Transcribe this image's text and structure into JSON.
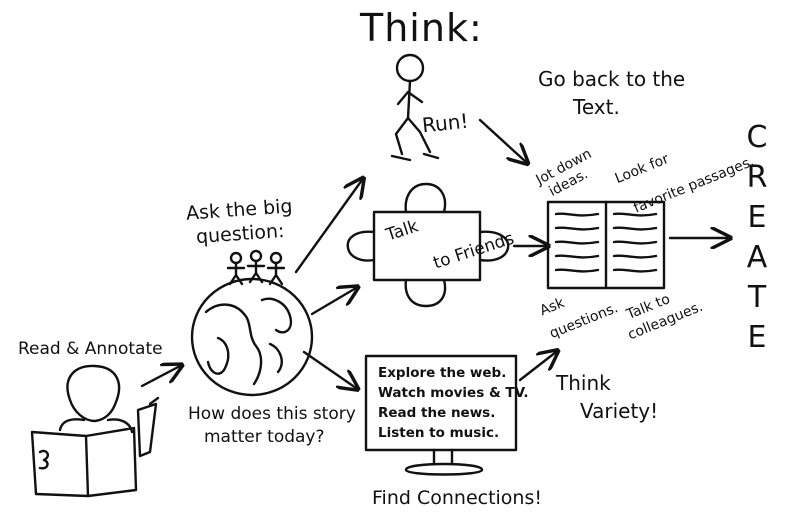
{
  "title": "Think:",
  "labels": {
    "run": "Run!",
    "go_back_line1": "Go back to the",
    "go_back_line2": "Text.",
    "ask_big_line1": "Ask the big",
    "ask_big_line2": "question:",
    "read_annotate": "Read & Annotate",
    "how_line1": "How does this story",
    "how_line2": "matter today?",
    "talk_line1": "Talk",
    "talk_line2": "to Friends",
    "jot_line1": "Jot down",
    "jot_line2": "ideas.",
    "look_line1": "Look for",
    "look_line2": "favorite passages.",
    "ask_q_line1": "Ask",
    "ask_q_line2": "questions.",
    "talk_col_line1": "Talk to",
    "talk_col_line2": "colleagues.",
    "tv_line1": "Explore the web.",
    "tv_line2": "Watch movies & TV.",
    "tv_line3": "Read the news.",
    "tv_line4": "Listen to music.",
    "find_connections": "Find Connections!",
    "think_variety_line1": "Think",
    "think_variety_line2": "Variety!",
    "create": "CREATE"
  }
}
